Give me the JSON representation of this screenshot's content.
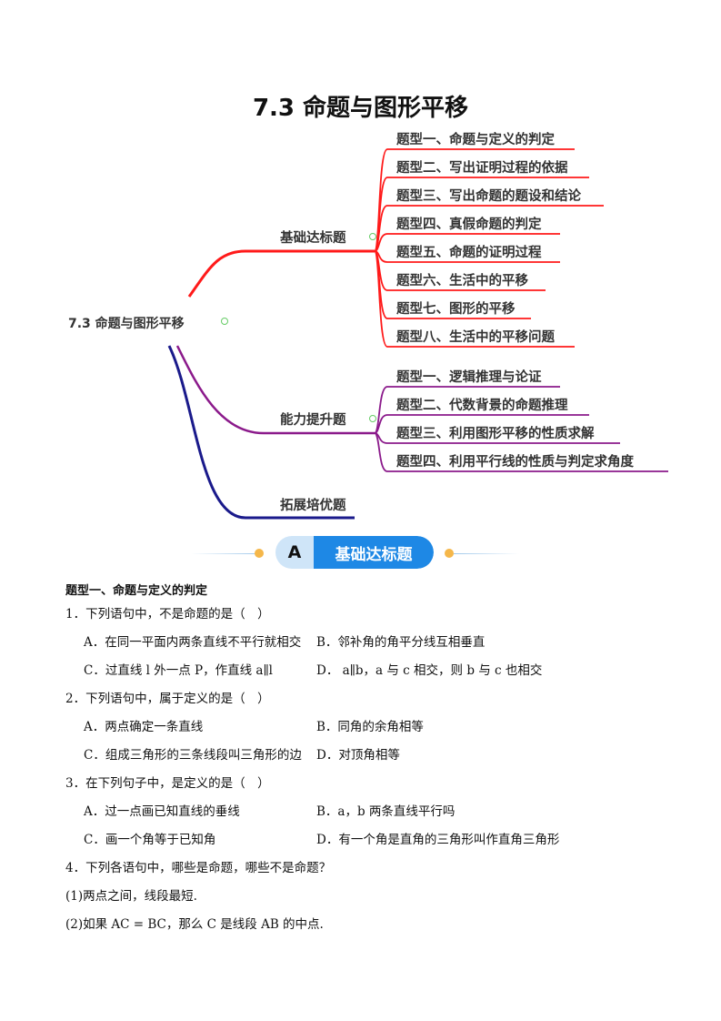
{
  "title": "7.3  命题与图形平移",
  "mindmap": {
    "root": "7.3 命题与图形平移",
    "branches": [
      {
        "label": "基础达标题",
        "color": "#ff1a1a",
        "items": [
          "题型一、命题与定义的判定",
          "题型二、写出证明过程的依据",
          "题型三、写出命题的题设和结论",
          "题型四、真假命题的判定",
          "题型五、命题的证明过程",
          "题型六、生活中的平移",
          "题型七、图形的平移",
          "题型八、生活中的平移问题"
        ]
      },
      {
        "label": "能力提升题",
        "color": "#8b1a8b",
        "items": [
          "题型一、逻辑推理与论证",
          "题型二、代数背景的命题推理",
          "题型三、利用图形平移的性质求解",
          "题型四、利用平行线的性质与判定求角度"
        ]
      },
      {
        "label": "拓展培优题",
        "color": "#1a1a8b",
        "items": []
      }
    ]
  },
  "banner": {
    "letter": "A",
    "label": "基础达标题",
    "accent": "#1e88e5"
  },
  "section_heading": "题型一、命题与定义的判定",
  "questions": [
    {
      "stem": "1．下列语句中，不是命题的是（　）",
      "options": [
        "A．在同一平面内两条直线不平行就相交",
        "B．邻补角的角平分线互相垂直",
        "C．过直线 l 外一点 P，作直线 a∥l",
        "D． a∥b，a 与 c 相交，则 b 与 c 也相交"
      ]
    },
    {
      "stem": "2．下列语句中，属于定义的是（　）",
      "options": [
        "A．两点确定一条直线",
        "B．同角的余角相等",
        "C．组成三角形的三条线段叫三角形的边",
        "D．对顶角相等"
      ]
    },
    {
      "stem": "3．在下列句子中，是定义的是（　）",
      "options": [
        "A．过一点画已知直线的垂线",
        "B．a，b 两条直线平行吗",
        "C．画一个角等于已知角",
        "D．有一个角是直角的三角形叫作直角三角形"
      ]
    },
    {
      "stem": "4．下列各语句中，哪些是命题，哪些不是命题？",
      "options": []
    }
  ],
  "subitems": [
    "(1)两点之间，线段最短.",
    "(2)如果 AC = BC，那么 C 是线段 AB 的中点."
  ]
}
